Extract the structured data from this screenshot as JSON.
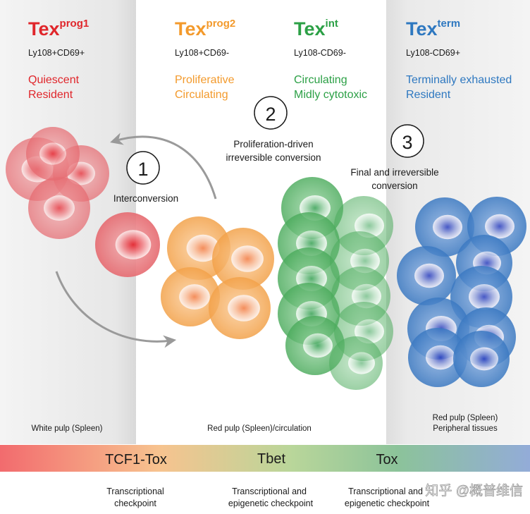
{
  "stages": [
    {
      "name": "Tex",
      "sup": "prog1",
      "markers": "Ly108+CD69+",
      "desc1": "Quiescent",
      "desc2": "Resident",
      "color": "#e0262b"
    },
    {
      "name": "Tex",
      "sup": "prog2",
      "markers": "Ly108+CD69-",
      "desc1": "Proliferative",
      "desc2": "Circulating",
      "color": "#f39a2c"
    },
    {
      "name": "Tex",
      "sup": "int",
      "markers": "Ly108-CD69-",
      "desc1": "Circulating",
      "desc2": "Midly cytotoxic",
      "color": "#2ca046"
    },
    {
      "name": "Tex",
      "sup": "term",
      "markers": "Ly108-CD69+",
      "desc1": "Terminally exhausted",
      "desc2": "Resident",
      "color": "#2e78c0"
    }
  ],
  "steps": [
    {
      "number": "1",
      "label1": "Interconversion",
      "label2": ""
    },
    {
      "number": "2",
      "label1": "Proliferation-driven",
      "label2": "irreversible conversion"
    },
    {
      "number": "3",
      "label1": "Final and irreversible",
      "label2": "conversion"
    }
  ],
  "locations": {
    "white_pulp": "White pulp (Spleen)",
    "red_pulp_circ": "Red pulp (Spleen)/circulation",
    "red_pulp": "Red pulp (Spleen)",
    "peripheral": "Peripheral tissues"
  },
  "gradient_bar": {
    "tcf1_tox": "TCF1-Tox",
    "tbet": "Tbet",
    "tox": "Tox"
  },
  "checkpoints": {
    "c1_l1": "Transcriptional",
    "c1_l2": "checkpoint",
    "c2_l1": "Transcriptional and",
    "c2_l2": "epigenetic checkpoint",
    "c3_l1": "Transcriptional and",
    "c3_l2": "epigenetic checkpoint"
  },
  "watermark": "知乎 @概普维信",
  "colors": {
    "red": "#e0262b",
    "orange": "#f39a2c",
    "green": "#2ca046",
    "blue": "#2e78c0"
  }
}
